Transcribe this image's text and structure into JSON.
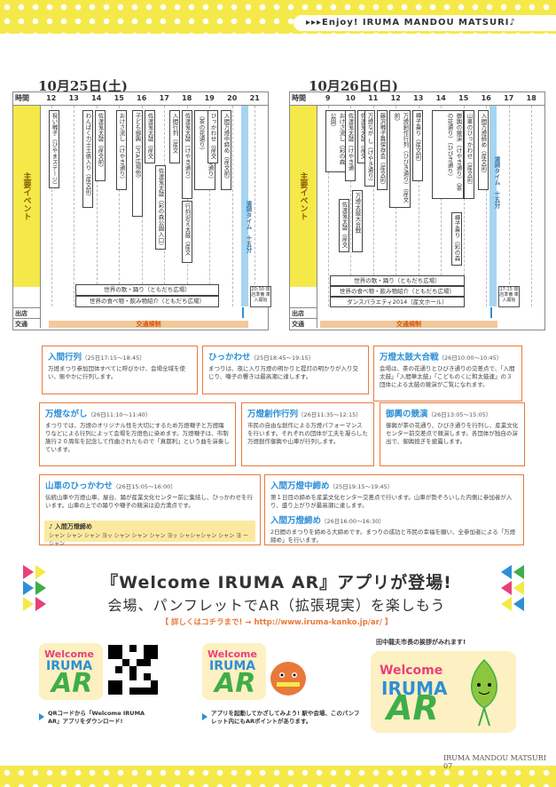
{
  "header": {
    "enjoy": "▸▸▸Enjoy! IRUMA MANDOU MATSURI♪"
  },
  "footer": {
    "page": "IRUMA MANDOU MATSURI 07"
  },
  "day1": {
    "title": "10月25日(土)",
    "row_time": "時間",
    "hours": [
      "12",
      "13",
      "14",
      "15",
      "16",
      "17",
      "18",
      "19",
      "20",
      "21"
    ],
    "main_label": "主要イベント",
    "row_shop": "出店",
    "row_traffic": "交通",
    "events": [
      "祝い囃子（ひやまステージ）",
      "わんぱく力士土俵入り（産文前）",
      "佐渡鬼太鼓（産文前）",
      "おけさ流し（けやき通り）",
      "子ども御輿（PTA広場他）",
      "佐渡鬼太鼓（産文前）",
      "佐渡鬼太鼓（彩の森公園入口）",
      "入間行列（産文前）",
      "佐渡鬼太鼓（けやき通り）",
      "ひっかわせ（ひびき通り）（茶の花通り）",
      "ひっかわせ（産文前）",
      "行列迎え太鼓（産文前）",
      "入間万燈中締め（産文前）"
    ],
    "clean": "清掃タイム　十五分",
    "bars": [
      "世界の歌・踊り（ともだち広場）",
      "世界の食べ物・飲み物紹介（ともだち広場）"
    ],
    "end_note": "20:30 閉店準備 車入開始",
    "traffic": "交通規制"
  },
  "day2": {
    "title": "10月26日(日)",
    "row_time": "時間",
    "hours": [
      "9",
      "10",
      "11",
      "12",
      "13",
      "14",
      "15",
      "16",
      "17",
      "18"
    ],
    "main_label": "主要イベント",
    "row_shop": "出店",
    "row_traffic": "交通",
    "events": [
      "おけさ流し（彩の森公園）",
      "佐渡鬼太鼓（けやき通り）",
      "佐渡鬼太鼓（産文前）",
      "佐渡鬼太鼓（産文前）",
      "万燈太鼓大合戦",
      "万燈なが し（けやき通り）",
      "藤沢囃子舞保存会（産文前）",
      "万燈創作行列（ひびき通り）（産文前）",
      "樽子乗り（産文前）",
      "御輿の競演（けやき通り）（茶の花通り）（ひびき通り）",
      "山車のひっかわせ（産文前）",
      "樽子乗り（彩の森公園）",
      "入間万燈締め（産文前）"
    ],
    "clean": "清掃タイム　十五分",
    "bars": [
      "世界の歌・踊り（ともだち広場）",
      "世界の食べ物・飲み物紹介（ともだち広場）",
      "ダンスパラエティ2014（産文ホール）"
    ],
    "end_note": "17:15 閉店準備 車入開始",
    "traffic": "交通規制"
  },
  "boxes": [
    {
      "title": "入間行列",
      "time": "（25日17:15～18:45）",
      "text": "万燈まつり参加団体すべてに呼びかけ、会場全域を使い、賑やかに行列します。"
    },
    {
      "title": "ひっかわせ",
      "time": "（25日18:45～19:15）",
      "text": "まつりは、夜に入り万燈の明かりと提灯の明かりが入り交じり、囃子の響きは最高潮に達します。"
    },
    {
      "title": "万燈太鼓大合戦",
      "time": "（26日10:00～10:45）",
      "text": "会場は、茶の花通りとひびき通りの交差点で、「入間太鼓」「入間華太鼓」「こどものくに和太鼓連」の３団体による太鼓の競演がご覧になれます。"
    },
    {
      "title": "万燈ながし",
      "time": "（26日11:10～11:40）",
      "text": "まつりでは、万燈のオリジナル性を大切にするため万燈囃子と万燈踊りなどによる行列によって会場を万燈色に染めます。万燈囃子は、市制施行２０周年を記念して作曲されたもので「真都利」という曲を演奏しています。"
    },
    {
      "title": "万燈創作行列",
      "time": "（26日11:35～12:15）",
      "text": "市民の自由な創作による万燈パフォーマンスを行います。それぞれの団体が工夫を凝らした万燈創作御輿や山車が行列します。"
    },
    {
      "title": "御輿の競演",
      "time": "（26日13:05～15:05）",
      "text": "御輿が茶の花通り、ひびき通りを行列し、産業文化センター前交差点で競演します。各団体が独自の演出で、御輿担ぎを披露します。"
    },
    {
      "title": "山車のひっかわせ",
      "time": "（26日15:05～16:00）",
      "text": "伝統山車や万燈山車、屋台、踊が産業文化センター前に集結し、ひっかわせを行います。山車の上での踊りや囃子の競演は迫力満点です。"
    },
    {
      "title": "入間万燈中締め",
      "time": "（25日19:15～19:45）",
      "text": "第１日目の締めを産業文化センター交差点で行います。山車が勢ぞろいした内側に参加者が入り、盛り上がりが最高潮に達します。"
    },
    {
      "title": "入間万燈締め",
      "time": "（26日16:00～16:30）",
      "text": "2日間のまつりを締める大締めです。まつりの成功と市民の幸福を願い、全参加者による「万燈締め」を行います。"
    }
  ],
  "smallbox": {
    "title": "♪ 入間万燈締め",
    "text": "シャン シャン シャン ヨッ シャン シャン シャン ヨッ シャシャシャン シャン ヨ ー シャン"
  },
  "ar": {
    "title": "『Welcome IRUMA AR』アプリが登場!",
    "subtitle": "会場、パンフレットでAR（拡張現実）を楽しもう",
    "link": "【 詳しくはコチラまで! → http://www.iruma-kanko.jp/ar/ 】",
    "logo_welcome": "Welcome",
    "logo_iruma": "IRUMA",
    "logo_ar": "AR",
    "caption1": "QRコードから「Welcome IRUMA AR」アプリをダウンロード!",
    "caption2": "アプリを起動してかざしてみよう! 駅や会場、このパンフレット内にもARポイントがあります。",
    "caption3": "田中龍夫市長の挨拶がみれます!"
  }
}
